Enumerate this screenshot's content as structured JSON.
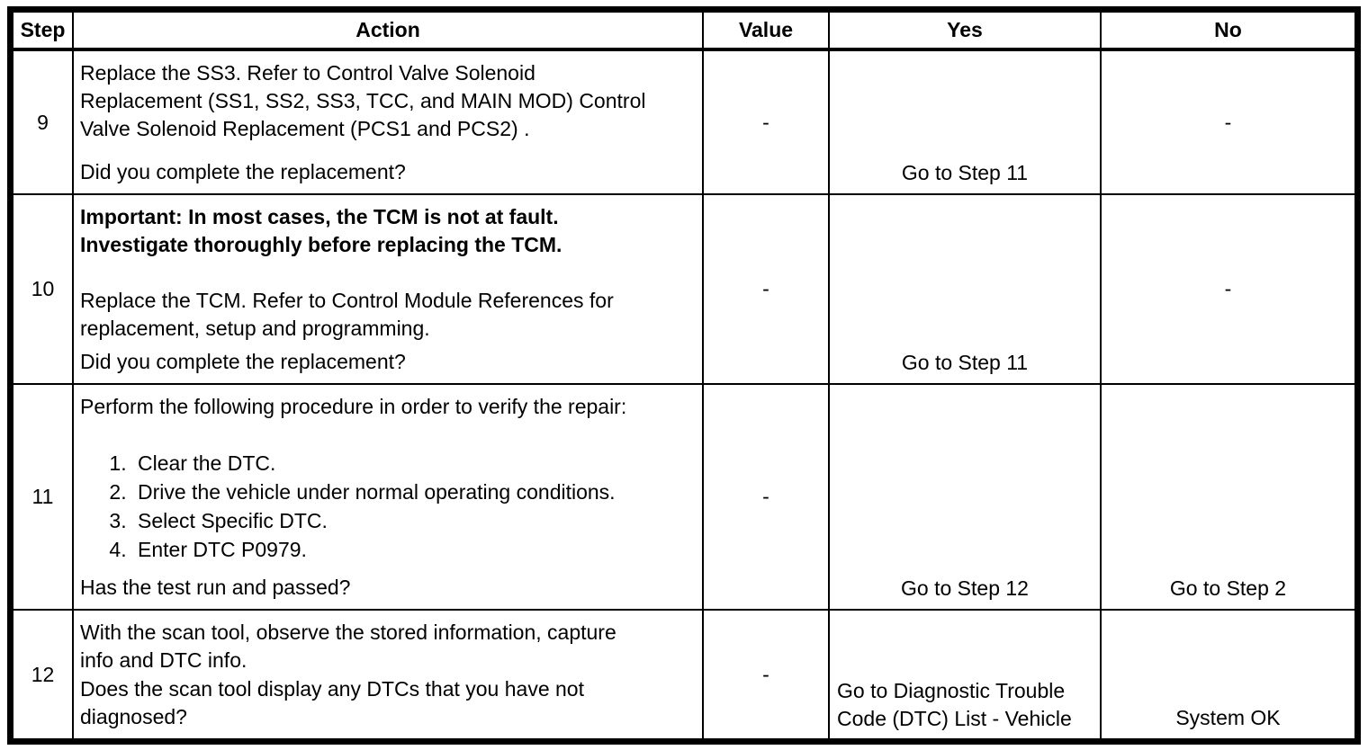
{
  "colors": {
    "border": "#000000",
    "background": "#ffffff",
    "text": "#000000"
  },
  "table": {
    "headers": {
      "step": "Step",
      "action": "Action",
      "value": "Value",
      "yes": "Yes",
      "no": "No"
    },
    "rows": [
      {
        "step": "9",
        "action": {
          "paragraphs": [
            "Replace the SS3. Refer to Control Valve Solenoid\nReplacement (SS1, SS2, SS3, TCC, and MAIN MOD) Control\nValve Solenoid Replacement (PCS1 and PCS2) ."
          ],
          "question": "Did you complete the replacement?"
        },
        "value": "-",
        "yes": "Go to Step 11",
        "no": "-"
      },
      {
        "step": "10",
        "action": {
          "important": "Important: In most cases, the TCM is not at fault.\nInvestigate thoroughly before replacing the TCM.",
          "paragraphs": [
            "Replace the TCM. Refer to Control Module References for\nreplacement, setup and programming."
          ],
          "question": "Did you complete the replacement?"
        },
        "value": "-",
        "yes": "Go to Step 11",
        "no": "-"
      },
      {
        "step": "11",
        "action": {
          "paragraphs": [
            "Perform the following procedure in order to verify the repair:"
          ],
          "list": [
            "Clear the DTC.",
            "Drive the vehicle under normal operating conditions.",
            "Select Specific DTC.",
            "Enter DTC P0979."
          ],
          "question": "Has the test run and passed?"
        },
        "value": "-",
        "yes": "Go to Step 12",
        "no": "Go to Step 2"
      },
      {
        "step": "12",
        "action": {
          "paragraphs": [
            "With the scan tool, observe the stored information, capture\ninfo and DTC info."
          ],
          "question": "Does the scan tool display any DTCs that you have not\ndiagnosed?"
        },
        "value": "-",
        "yes": "Go to Diagnostic Trouble\nCode (DTC) List - Vehicle",
        "no": "System OK"
      }
    ]
  }
}
